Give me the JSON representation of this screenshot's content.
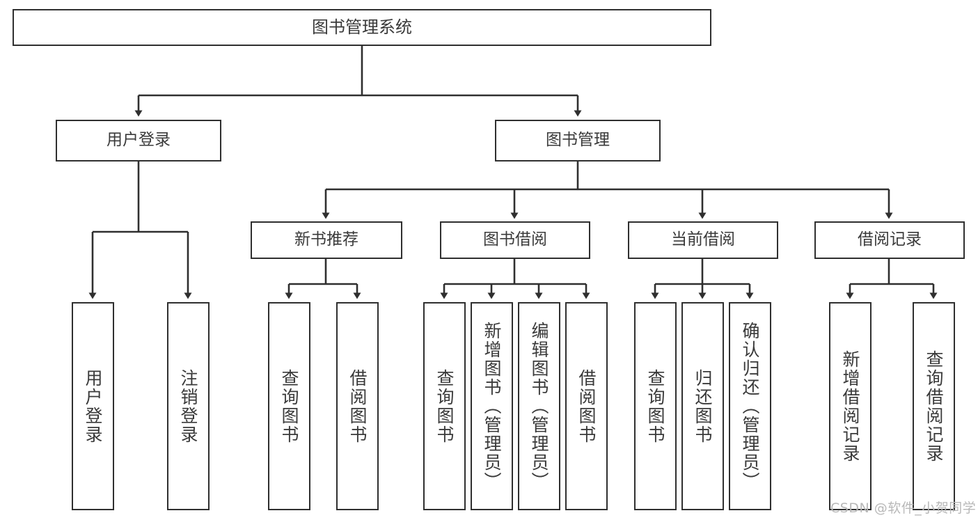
{
  "diagram": {
    "type": "tree-hierarchy-diagram",
    "title": "图书管理系统",
    "line_color": "#2f2f2f",
    "text_color": "#3a3a3a",
    "background": "#ffffff",
    "nodes": {
      "root": {
        "label": "图书管理系统",
        "level": 1
      },
      "l2": [
        {
          "id": "user-login",
          "label": "用户登录"
        },
        {
          "id": "book-manage",
          "label": "图书管理"
        }
      ],
      "l3": [
        {
          "id": "new-book-recommend",
          "label": "新书推荐"
        },
        {
          "id": "book-borrow",
          "label": "图书借阅"
        },
        {
          "id": "current-borrow",
          "label": "当前借阅"
        },
        {
          "id": "borrow-record",
          "label": "借阅记录"
        }
      ],
      "leaves": {
        "user-login": [
          {
            "id": "leaf-user-login",
            "label": "用户登录"
          },
          {
            "id": "leaf-logout-login",
            "label": "注销登录"
          }
        ],
        "new-book-recommend": [
          {
            "id": "leaf-query-book-1",
            "label": "查询图书"
          },
          {
            "id": "leaf-borrow-book-1",
            "label": "借阅图书"
          }
        ],
        "book-borrow": [
          {
            "id": "leaf-query-book-2",
            "label": "查询图书"
          },
          {
            "id": "leaf-add-book",
            "label": "新增图书（管理员）"
          },
          {
            "id": "leaf-edit-book",
            "label": "编辑图书（管理员）"
          },
          {
            "id": "leaf-borrow-book-2",
            "label": "借阅图书"
          }
        ],
        "current-borrow": [
          {
            "id": "leaf-query-book-3",
            "label": "查询图书"
          },
          {
            "id": "leaf-return-book",
            "label": "归还图书"
          },
          {
            "id": "leaf-confirm-return",
            "label": "确认归还（管理员）"
          }
        ],
        "borrow-record": [
          {
            "id": "leaf-add-record",
            "label": "新增借阅记录"
          },
          {
            "id": "leaf-query-record",
            "label": "查询借阅记录"
          }
        ]
      }
    },
    "watermark": "CSDN @软件_小贺同学"
  }
}
